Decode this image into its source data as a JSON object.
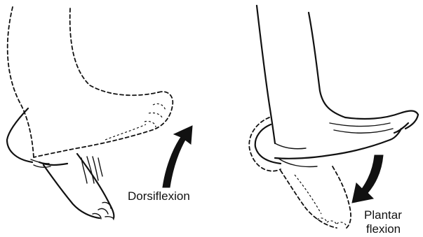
{
  "labels": {
    "dorsiflexion": "Dorsiflexion",
    "plantar_line1": "Plantar",
    "plantar_line2": "flexion"
  }
}
